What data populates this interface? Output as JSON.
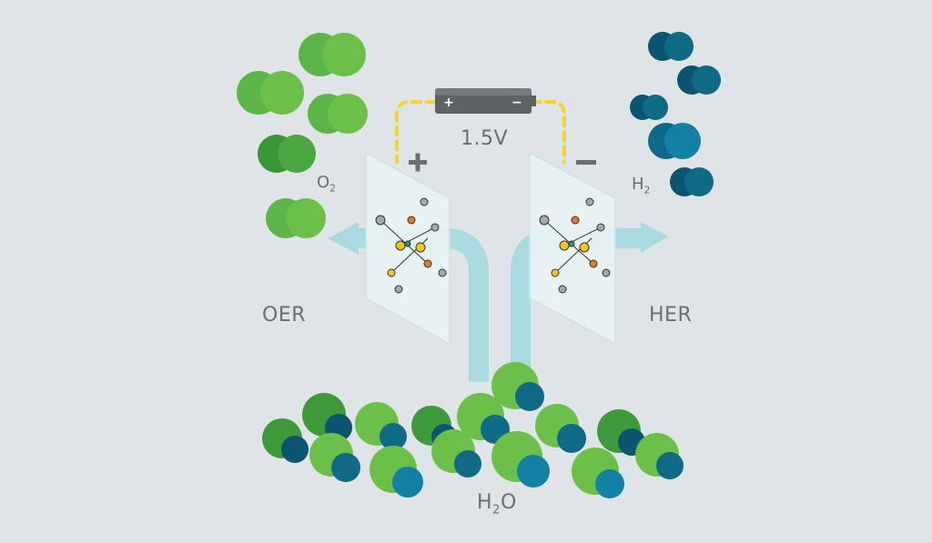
{
  "labels": {
    "voltage": "1.5V",
    "oxygen": "O",
    "oxygen_sub": "2",
    "hydrogen": "H",
    "hydrogen_sub": "2",
    "oer": "OER",
    "her": "HER",
    "water_h": "H",
    "water_sub": "2",
    "water_o": "O",
    "battery_plus": "+",
    "battery_minus": "−"
  },
  "colors": {
    "background": "#dfe5e6",
    "oxygen_light": "#6cc04a",
    "oxygen_dark": "#3f9a3c",
    "hydrogen": "#0e6a85",
    "hydrogen_dark": "#0b5570",
    "flow_arrow": "#a9dadf",
    "wire": "#f2d433",
    "battery": "#5f6264",
    "panel": "#e9f4f4",
    "text": "#6b6f72"
  },
  "icons": {
    "anode_sign": "plus-icon",
    "cathode_sign": "minus-icon"
  }
}
